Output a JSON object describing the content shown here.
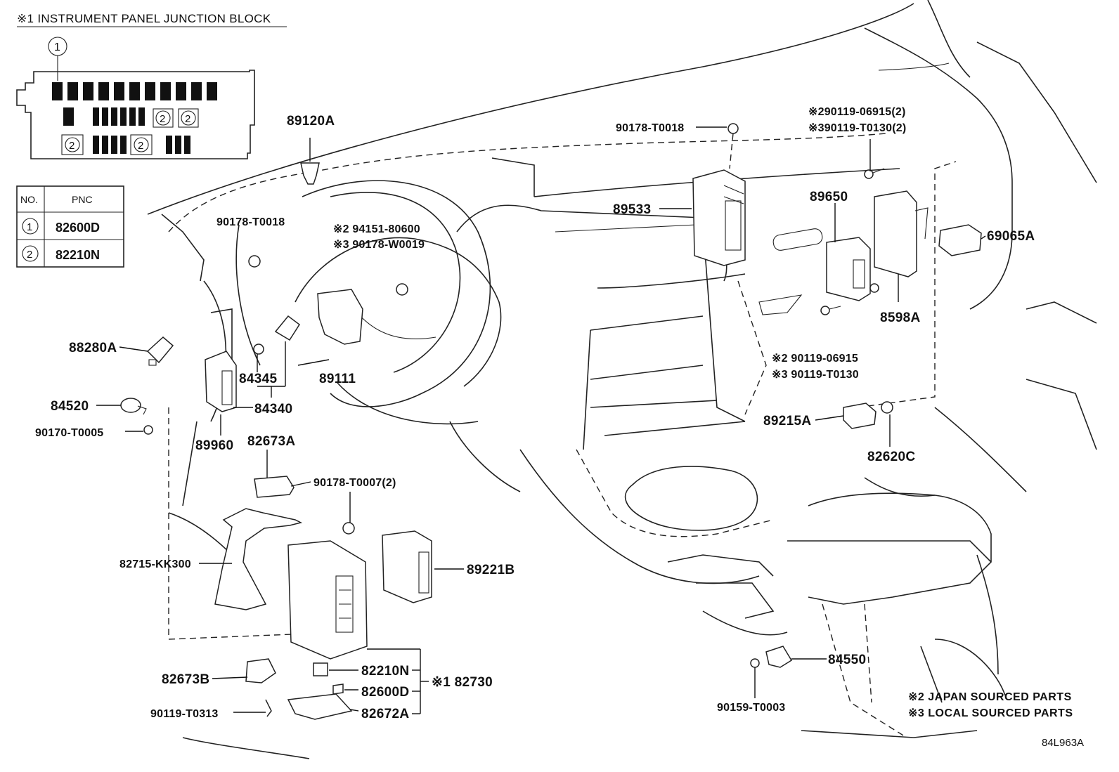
{
  "junction_block": {
    "title": "※1 INSTRUMENT PANEL JUNCTION BLOCK",
    "callout_1": "1",
    "callout_2": "2"
  },
  "pnc_table": {
    "headers": [
      "NO.",
      "PNC"
    ],
    "rows": [
      {
        "no": "1",
        "pnc": "82600D"
      },
      {
        "no": "2",
        "pnc": "82210N"
      }
    ]
  },
  "labels": {
    "p89120A": "89120A",
    "p90178_T0018_a": "90178-T0018",
    "p90178_T0018_b": "90178-T0018",
    "p94151_80600": "※2 94151-80600",
    "p90178_W0019": "※3 90178-W0019",
    "p89533": "89533",
    "p90119_06915_2": "※290119-06915(2)",
    "p90119_T0130_2": "※390119-T0130(2)",
    "p89650": "89650",
    "p69065A": "69065A",
    "p8598A": "8598A",
    "p88280A": "88280A",
    "p84345": "84345",
    "p89111": "89111",
    "p84340": "84340",
    "p84520": "84520",
    "p90170_T0005": "90170-T0005",
    "p89960": "89960",
    "p82673A": "82673A",
    "p90119_06915": "※2 90119-06915",
    "p90119_T0130": "※3 90119-T0130",
    "p89215A": "89215A",
    "p82620C": "82620C",
    "p90178_T0007": "90178-T0007(2)",
    "p82715_KK300": "82715-KK300",
    "p89221B": "89221B",
    "p82210N": "82210N",
    "p82600D": "82600D",
    "p82730": "※1 82730",
    "p82673B": "82673B",
    "p90119_T0313": "90119-T0313",
    "p82672A": "82672A",
    "p84550": "84550",
    "p90159_T0003": "90159-T0003"
  },
  "notes": {
    "japan": "※2 JAPAN SOURCED PARTS",
    "local": "※3 LOCAL SOURCED PARTS"
  },
  "diagram_id": "84L963A"
}
